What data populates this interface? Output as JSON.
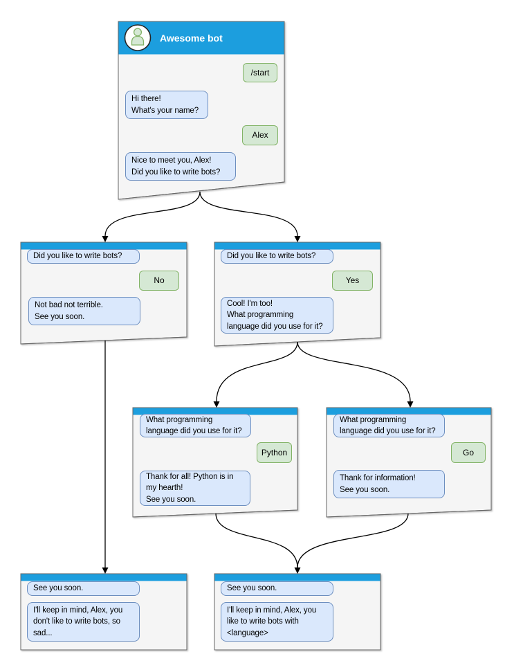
{
  "diagram": {
    "kind": "chat-bot-conversation-flow",
    "colors": {
      "header_blue": "#1c9ede",
      "window_fill": "#f5f5f5",
      "window_border": "#666666",
      "bot_bubble_fill": "#dae8fc",
      "bot_bubble_border": "#6c8ebf",
      "user_bubble_fill": "#d5e8d4",
      "user_bubble_border": "#82b366",
      "arrow": "#000000"
    },
    "edges": [
      {
        "from": "start",
        "to": "branch-no"
      },
      {
        "from": "start",
        "to": "branch-yes"
      },
      {
        "from": "branch-yes",
        "to": "branch-python"
      },
      {
        "from": "branch-yes",
        "to": "branch-go"
      },
      {
        "from": "branch-no",
        "to": "end-no"
      },
      {
        "from": "branch-python",
        "to": "end-language"
      },
      {
        "from": "branch-go",
        "to": "end-language"
      }
    ]
  },
  "windows": [
    {
      "id": "start",
      "title": "Awesome bot",
      "messages": [
        {
          "side": "user",
          "text": "/start"
        },
        {
          "side": "bot",
          "text": "Hi there!\nWhat's your name?"
        },
        {
          "side": "user",
          "text": "Alex"
        },
        {
          "side": "bot",
          "text": "Nice to meet you, Alex!\nDid you like to write bots?"
        }
      ]
    },
    {
      "id": "branch-no",
      "messages": [
        {
          "side": "bot",
          "text": "Did you like to write bots?"
        },
        {
          "side": "user",
          "text": "No"
        },
        {
          "side": "bot",
          "text": "Not bad not terrible.\nSee you soon."
        }
      ]
    },
    {
      "id": "branch-yes",
      "messages": [
        {
          "side": "bot",
          "text": "Did you like to write bots?"
        },
        {
          "side": "user",
          "text": "Yes"
        },
        {
          "side": "bot",
          "text": "Cool! I'm too!\nWhat programming\nlanguage did you use for it?"
        }
      ]
    },
    {
      "id": "branch-python",
      "messages": [
        {
          "side": "bot",
          "text": "What programming\nlanguage did you use for it?"
        },
        {
          "side": "user",
          "text": "Python"
        },
        {
          "side": "bot",
          "text": "Thank for all! Python is in\nmy hearth!\nSee you soon."
        }
      ]
    },
    {
      "id": "branch-go",
      "messages": [
        {
          "side": "bot",
          "text": "What programming\nlanguage did you use for it?"
        },
        {
          "side": "user",
          "text": "Go"
        },
        {
          "side": "bot",
          "text": "Thank for information!\nSee you soon."
        }
      ]
    },
    {
      "id": "end-no",
      "messages": [
        {
          "side": "bot",
          "text": "See you soon."
        },
        {
          "side": "bot",
          "text": "I'll keep in mind, Alex, you\ndon't like to write bots, so\nsad..."
        }
      ]
    },
    {
      "id": "end-language",
      "messages": [
        {
          "side": "bot",
          "text": "See you soon."
        },
        {
          "side": "bot",
          "text": "I'll keep in mind, Alex, you\nlike to write bots with\n<language>"
        }
      ]
    }
  ]
}
